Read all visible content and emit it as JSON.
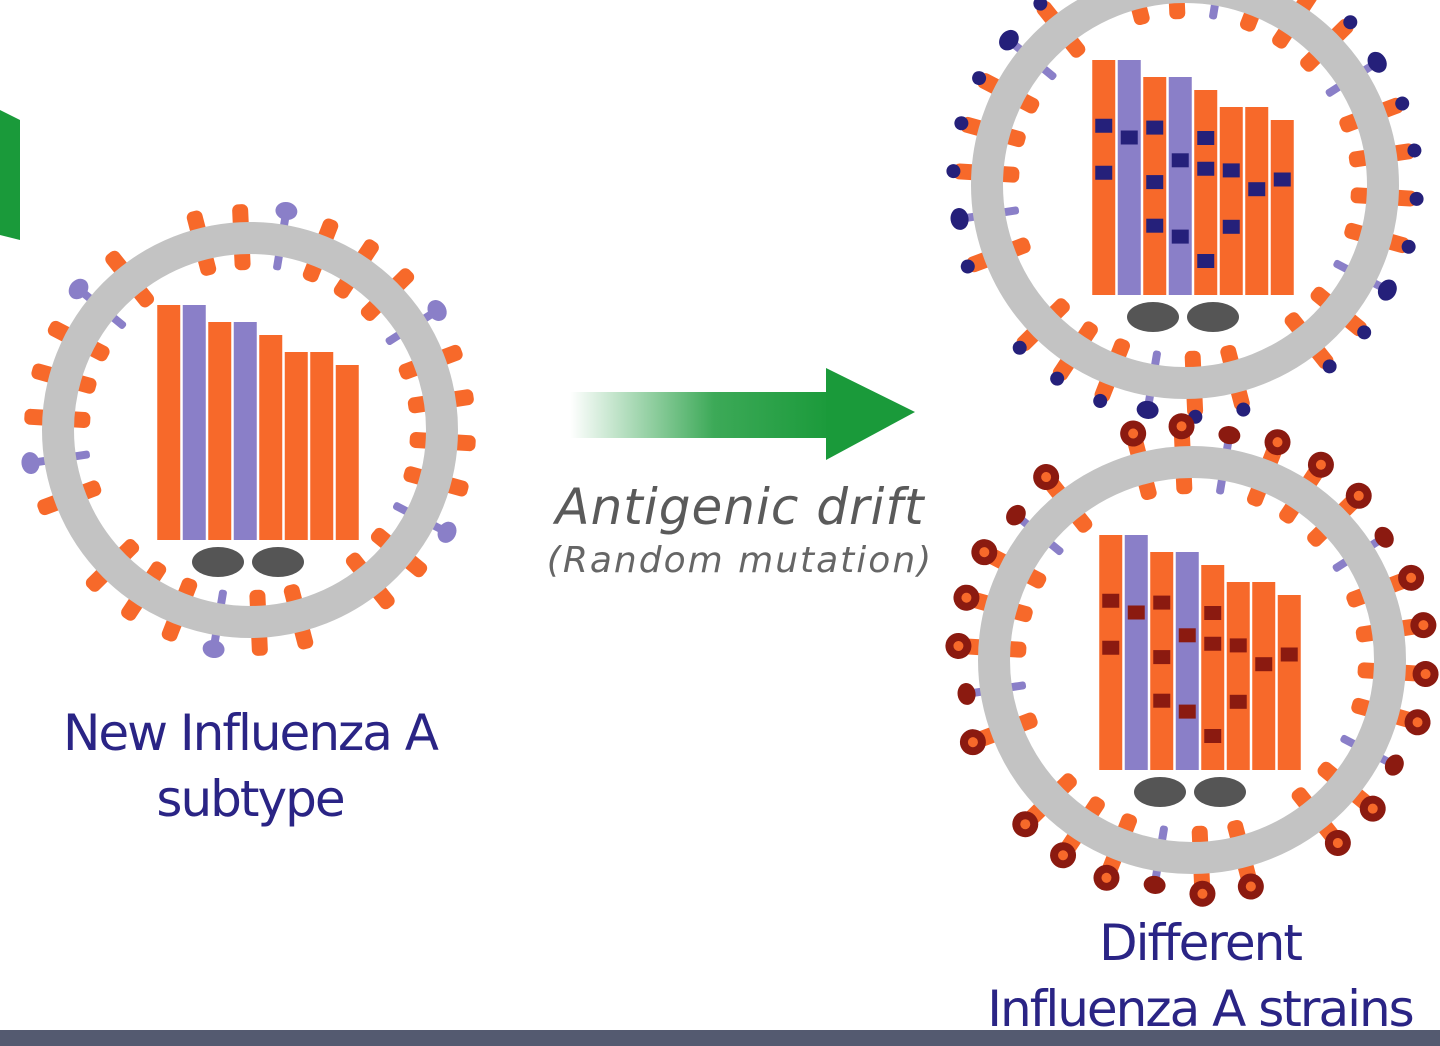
{
  "labels": {
    "new_subtype_line1": "New Influenza A",
    "new_subtype_line2": "subtype",
    "drift_title": "Antigenic drift",
    "drift_subtitle": "(Random mutation)",
    "different_line1": "Different",
    "different_line2": "Influenza A strains"
  },
  "colors": {
    "envelope": "#c3c3c3",
    "hemagglutinin_spike": "#f7692a",
    "neuraminidase_spike": "#8a7fc8",
    "matrix_protein": "#555555",
    "rna_segment_orange": "#f7692a",
    "rna_segment_purple": "#8a7fc8",
    "mutation_blue": "#25207a",
    "mutation_red": "#8b1a10",
    "arrow_green": "#1a9a3a",
    "caption_text": "#2a2485",
    "frame_bar": "#545a70"
  },
  "virions": [
    {
      "id": "new-subtype",
      "mutation": "none"
    },
    {
      "id": "strain-blue",
      "mutation": "blue"
    },
    {
      "id": "strain-red",
      "mutation": "red"
    }
  ]
}
